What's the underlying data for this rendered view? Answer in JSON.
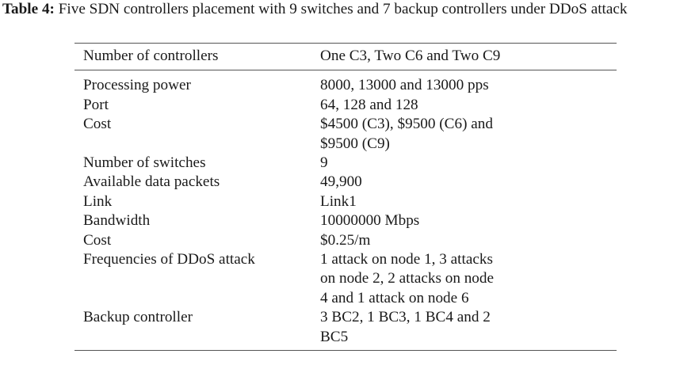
{
  "caption": {
    "label": "Table 4:",
    "text": "Five SDN controllers placement with 9 switches and 7 backup controllers under DDoS attack"
  },
  "table": {
    "header": {
      "key": "Number of controllers",
      "value": "One C3, Two C6 and Two C9"
    },
    "rows": [
      {
        "key": "Processing power",
        "value": "8000, 13000 and 13000 pps"
      },
      {
        "key": "Port",
        "value": "64, 128 and 128"
      },
      {
        "key": "Cost",
        "value": "$4500 (C3), $9500 (C6) and $9500 (C9)"
      },
      {
        "key": "Number of switches",
        "value": "9"
      },
      {
        "key": "Available data packets",
        "value": "49,900"
      },
      {
        "key": "Link",
        "value": "Link1"
      },
      {
        "key": "Bandwidth",
        "value": "10000000 Mbps"
      },
      {
        "key": "Cost",
        "value": "$0.25/m"
      },
      {
        "key": "Frequencies of DDoS attack",
        "value": "1 attack on node 1, 3 attacks on node 2, 2 attacks on node 4 and 1 attack on node 6"
      },
      {
        "key": "Backup controller",
        "value": "3 BC2, 1 BC3, 1 BC4 and 2 BC5"
      }
    ]
  }
}
